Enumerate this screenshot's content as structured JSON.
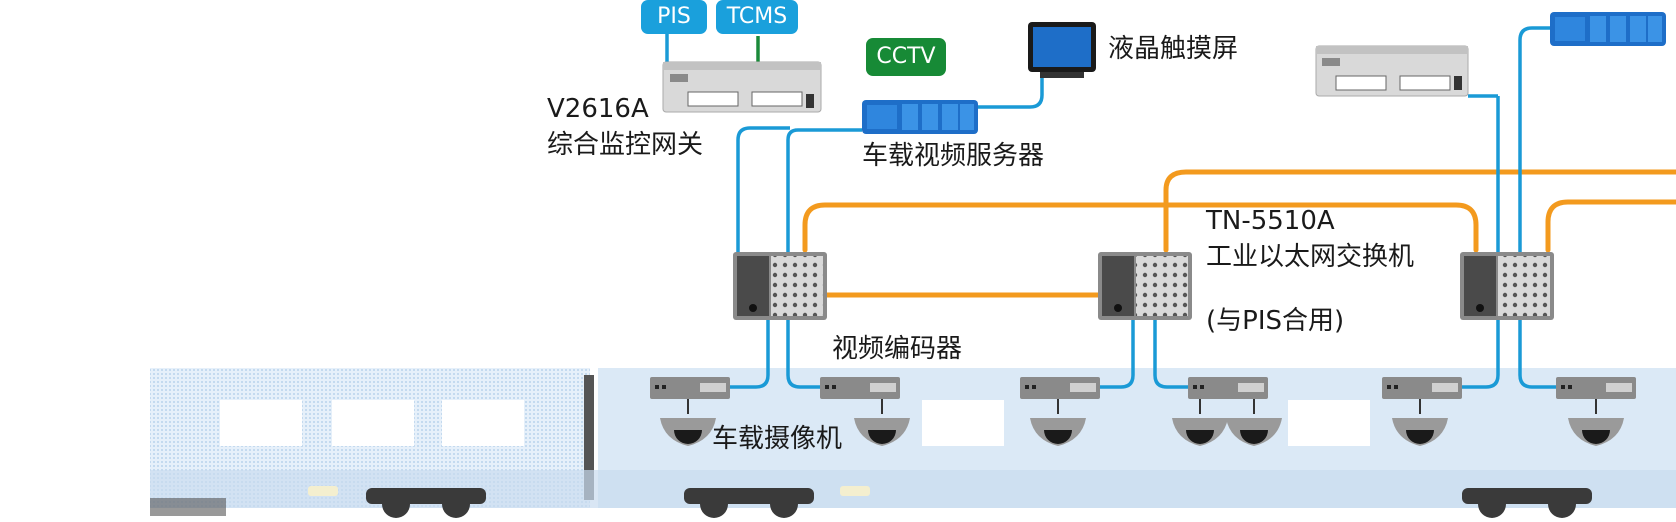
{
  "labels": {
    "pis": "PIS",
    "tcms": "TCMS",
    "cctv": "CCTV",
    "gateway_model": "V2616A",
    "gateway_name": "综合监控网关",
    "lcd": "液晶触摸屏",
    "video_server": "车载视频服务器",
    "switch_model": "TN-5510A",
    "switch_name": "工业以太网交换机",
    "switch_note": "(与PIS合用)",
    "encoder": "视频编码器",
    "camera": "车载摄像机"
  },
  "colors": {
    "blue_line": "#1a9ad6",
    "orange_line": "#f39a1e",
    "green_line": "#1a8a3a",
    "pis_tag": "#1aa0dc",
    "cctv_tag": "#178a36",
    "server_blue": "#1e6ec8",
    "train_body": "#dbe9f6",
    "device_grey": "#cfcfcf"
  },
  "icons": [
    "gateway-device",
    "video-server",
    "lcd-monitor",
    "ethernet-switch",
    "video-encoder",
    "dome-camera",
    "train-car"
  ]
}
